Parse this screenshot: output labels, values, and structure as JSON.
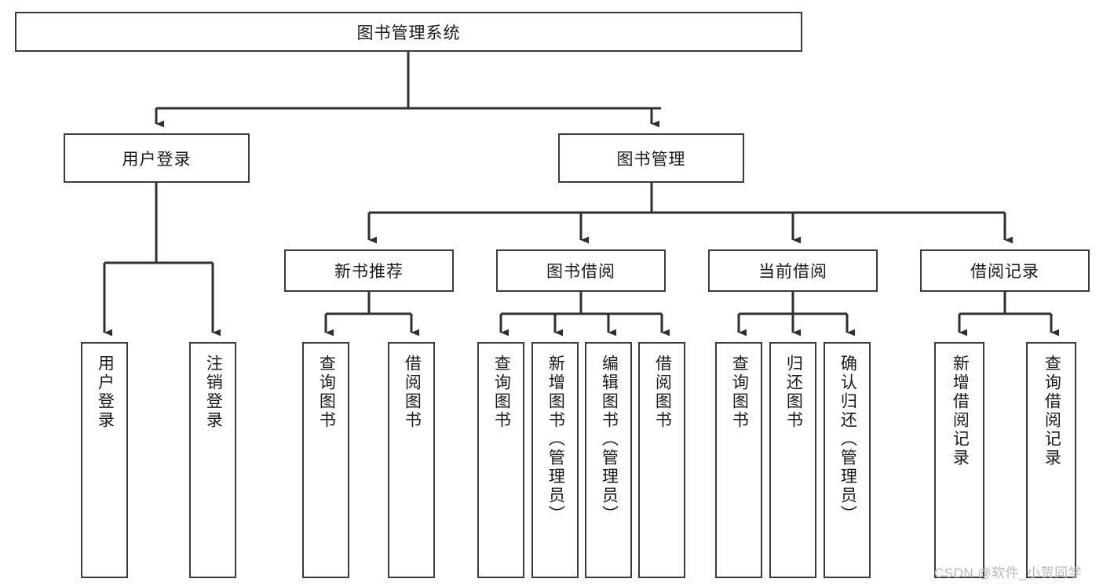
{
  "diagram": {
    "type": "tree-hierarchy",
    "title": "图书管理系统",
    "watermark": "CSDN @软件_小贺同学",
    "colors": {
      "box_border": "#3b3b3b",
      "box_fill": "#ffffff",
      "edge": "#2f2f2f",
      "text": "#1a1a1a",
      "watermark": "#b9b9b9"
    },
    "nodes": {
      "root": {
        "label": "图书管理系统",
        "orientation": "horizontal"
      },
      "level1": [
        {
          "id": "user-login",
          "label": "用户登录",
          "orientation": "horizontal"
        },
        {
          "id": "book-management",
          "label": "图书管理",
          "orientation": "horizontal"
        }
      ],
      "level2": [
        {
          "id": "new-book-recommend",
          "label": "新书推荐",
          "orientation": "horizontal"
        },
        {
          "id": "book-borrow",
          "label": "图书借阅",
          "orientation": "horizontal"
        },
        {
          "id": "current-borrow",
          "label": "当前借阅",
          "orientation": "horizontal"
        },
        {
          "id": "borrow-record",
          "label": "借阅记录",
          "orientation": "horizontal"
        }
      ],
      "leaves": {
        "user-login": [
          {
            "id": "leaf-user-login",
            "label": "用户登录"
          },
          {
            "id": "leaf-logout",
            "label": "注销登录"
          }
        ],
        "new-book-recommend": [
          {
            "id": "leaf-query-book-1",
            "label": "查询图书"
          },
          {
            "id": "leaf-borrow-book-1",
            "label": "借阅图书"
          }
        ],
        "book-borrow": [
          {
            "id": "leaf-query-book-2",
            "label": "查询图书"
          },
          {
            "id": "leaf-add-book",
            "label": "新增图书（管理员）"
          },
          {
            "id": "leaf-edit-book",
            "label": "编辑图书（管理员）"
          },
          {
            "id": "leaf-borrow-book-2",
            "label": "借阅图书"
          }
        ],
        "current-borrow": [
          {
            "id": "leaf-query-book-3",
            "label": "查询图书"
          },
          {
            "id": "leaf-return-book",
            "label": "归还图书"
          },
          {
            "id": "leaf-confirm-return",
            "label": "确认归还（管理员）"
          }
        ],
        "borrow-record": [
          {
            "id": "leaf-add-record",
            "label": "新增借阅记录"
          },
          {
            "id": "leaf-query-record",
            "label": "查询借阅记录"
          }
        ]
      }
    }
  }
}
